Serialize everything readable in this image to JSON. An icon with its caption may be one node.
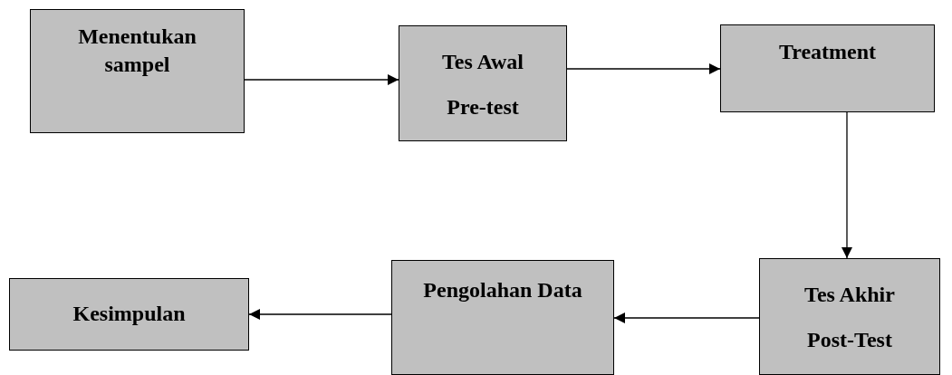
{
  "diagram": {
    "nodes": [
      {
        "text": [
          "Menentukan sampel"
        ]
      },
      {
        "text": [
          "Tes Awal Pre-test"
        ]
      },
      {
        "text": [
          "Treatment"
        ]
      },
      {
        "text": [
          "Tes Akhir Post-Test"
        ]
      },
      {
        "text": [
          "Pengolahan Data"
        ]
      },
      {
        "text": [
          "Kesimpulan"
        ]
      }
    ],
    "edges": [
      {
        "from": 0,
        "to": 1,
        "arrow": "to"
      },
      {
        "from": 1,
        "to": 2,
        "arrow": "to"
      },
      {
        "from": 2,
        "to": 3,
        "arrow": "to"
      },
      {
        "from": 3,
        "to": 4,
        "arrow": "to"
      },
      {
        "from": 4,
        "to": 5,
        "arrow": "to"
      }
    ]
  }
}
